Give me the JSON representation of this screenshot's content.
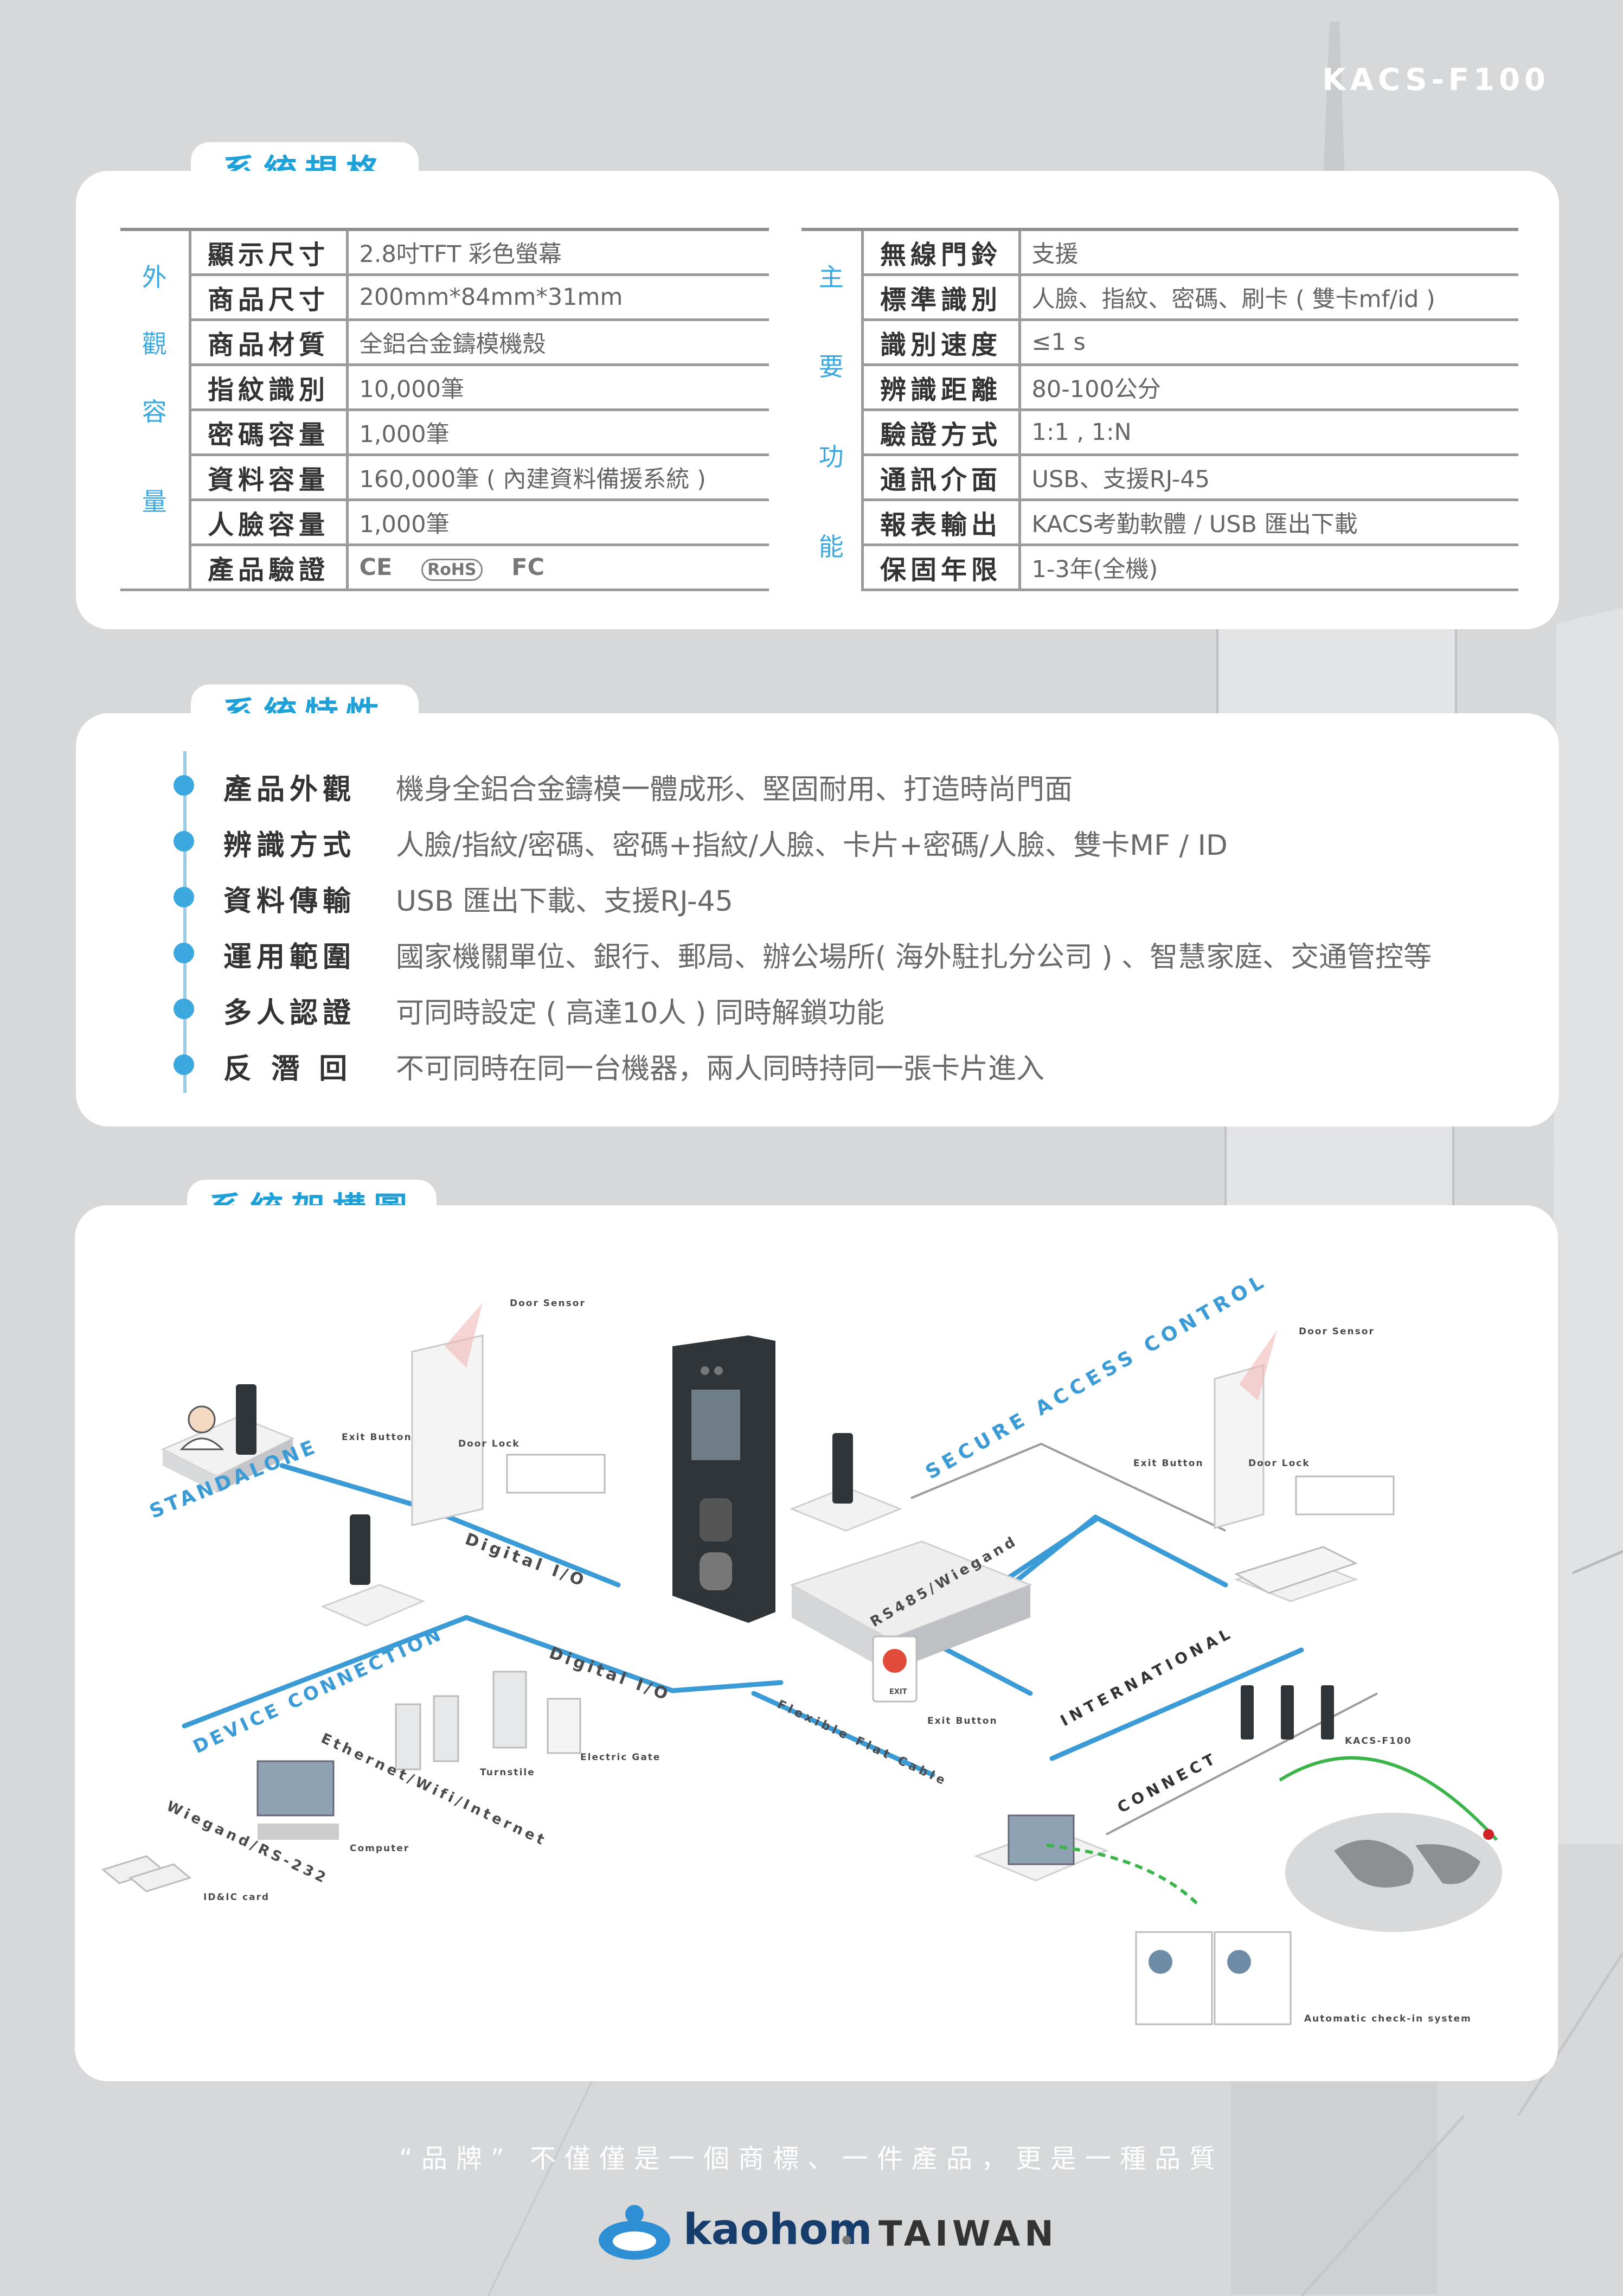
{
  "header": {
    "model": "KACS-F100"
  },
  "specs": {
    "title": "系統規格",
    "left_group": {
      "side_labels": [
        "外",
        "觀",
        "容",
        "量"
      ],
      "rows": [
        {
          "key": "顯示尺寸",
          "value": "2.8吋TFT 彩色螢幕"
        },
        {
          "key": "商品尺寸",
          "value": "200mm*84mm*31mm"
        },
        {
          "key": "商品材質",
          "value": "全鋁合金鑄模機殼"
        },
        {
          "key": "指紋識別",
          "value": "10,000筆"
        },
        {
          "key": "密碼容量",
          "value": "1,000筆"
        },
        {
          "key": "資料容量",
          "value": "160,000筆 ( 內建資料備援系統 )"
        },
        {
          "key": "人臉容量",
          "value": "1,000筆"
        },
        {
          "key": "產品驗證",
          "value": ""
        }
      ],
      "certs": [
        "CE",
        "RoHS",
        "FC"
      ]
    },
    "right_group": {
      "side_labels": [
        "主",
        "要",
        "功",
        "能"
      ],
      "rows": [
        {
          "key": "無線門鈴",
          "value": "支援"
        },
        {
          "key": "標準識別",
          "value": "人臉、指紋、密碼、刷卡 ( 雙卡mf/id )"
        },
        {
          "key": "識別速度",
          "value": "≤1 s"
        },
        {
          "key": "辨識距離",
          "value": "80-100公分"
        },
        {
          "key": "驗證方式",
          "value": "1:1 , 1:N"
        },
        {
          "key": "通訊介面",
          "value": "USB、支援RJ-45"
        },
        {
          "key": "報表輸出",
          "value": "KACS考勤軟體 / USB 匯出下載"
        },
        {
          "key": "保固年限",
          "value": "1-3年(全機)"
        }
      ]
    }
  },
  "features": {
    "title": "系統特性",
    "items": [
      {
        "key": "產品外觀",
        "value": "機身全鋁合金鑄模一體成形、堅固耐用、打造時尚門面"
      },
      {
        "key": "辨識方式",
        "value": "人臉/指紋/密碼、密碼+指紋/人臉、卡片+密碼/人臉、雙卡MF / ID"
      },
      {
        "key": "資料傳輸",
        "value": "USB 匯出下載、支援RJ-45"
      },
      {
        "key": "運用範圍",
        "value": "國家機關單位、銀行、郵局、辦公場所( 海外駐扎分公司 ) 、智慧家庭、交通管控等"
      },
      {
        "key": "多人認證",
        "value": "可同時設定 ( 高達10人 ) 同時解鎖功能"
      },
      {
        "key": "反 潛 回",
        "value": "不可同時在同一台機器，兩人同時持同一張卡片進入"
      }
    ]
  },
  "architecture": {
    "title": "系統架構圖",
    "labels": {
      "door_sensor_left": "Door Sensor",
      "door_sensor_right": "Door Sensor",
      "exit_button_left": "Exit Button",
      "exit_button_right": "Exit Button",
      "exit_button_center": "Exit Button",
      "door_lock_left": "Door Lock",
      "door_lock_right": "Door Lock",
      "standalone": "STANDALONE",
      "digital_io_1": "Digital I/O",
      "digital_io_2": "Digital I/O",
      "device_connection": "DEVICE CONNECTION",
      "ethernet": "Ethernet/Wifi/Internet",
      "wiegand": "Wiegand/RS-232",
      "turnstile": "Turnstile",
      "electric_gate": "Electric Gate",
      "computer": "Computer",
      "id_card": "ID&IC card",
      "rs485": "RS485/Wiegand",
      "flat_cable": "Flexible Flat Cable",
      "secure_access": "SECURE ACCESS CONTROL",
      "international": "INTERNATIONAL",
      "connect": "CONNECT",
      "kacs": "KACS-F100",
      "auto_checkin": "Automatic check-in system",
      "exit_sign": "EXIT"
    }
  },
  "footer": {
    "slogan": "“品牌” 不僅僅是一個商標、一件產品，更是一種品質",
    "brand": "kaohom",
    "separator": "•",
    "country": "TAIWAN"
  },
  "colors": {
    "accent": "#1ea0d8",
    "background": "#d7d8da",
    "line_blue": "#3a9bd6",
    "brand_navy": "#163d6c"
  }
}
